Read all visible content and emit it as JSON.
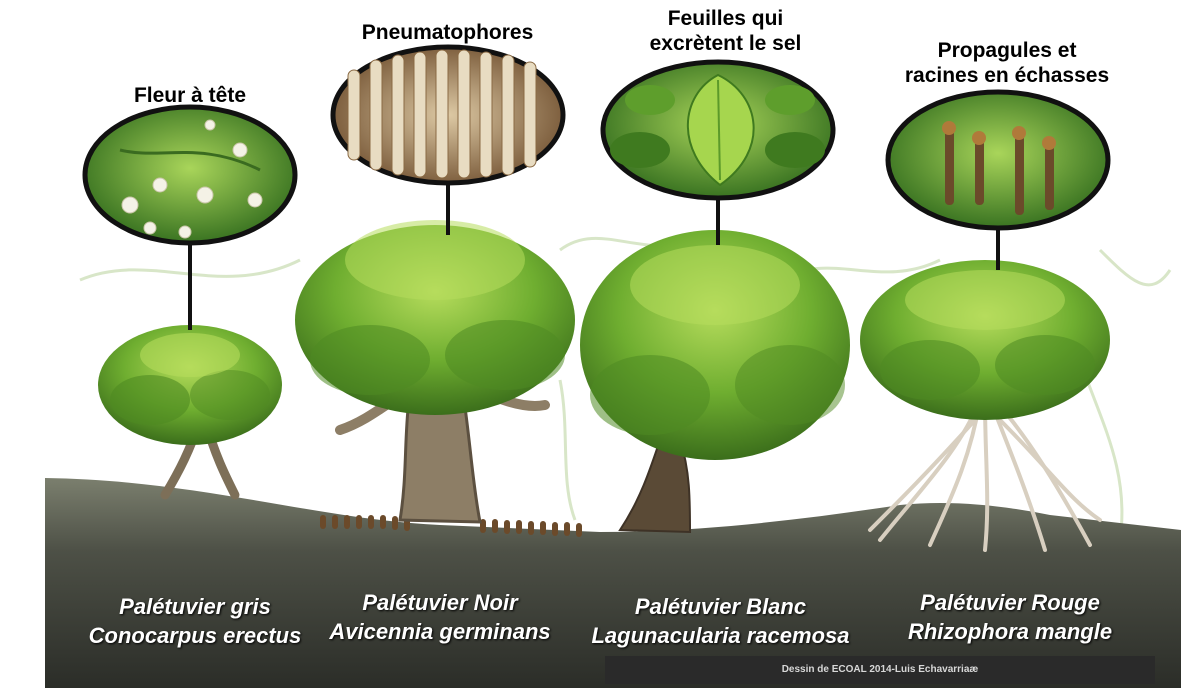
{
  "panels": [
    {
      "feature": [
        "Fleur à tête"
      ],
      "common_name": "Palétuvier gris",
      "scientific_name": "Conocarpus erectus"
    },
    {
      "feature": [
        "Pneumatophores"
      ],
      "common_name": "Palétuvier Noir",
      "scientific_name": "Avicennia germinans"
    },
    {
      "feature": [
        "Feuilles qui",
        "excrètent le sel"
      ],
      "common_name": "Palétuvier Blanc",
      "scientific_name": "Lagunacularia racemosa"
    },
    {
      "feature": [
        "Propagules et",
        "racines en échasses"
      ],
      "common_name": "Palétuvier Rouge",
      "scientific_name": "Rhizophora mangle"
    }
  ],
  "credit": "Dessin de ECOAL 2014-Luis Echavarriaæ",
  "colors": {
    "ground_dark": "#3f4239",
    "ground_light": "#6b6f60",
    "canopy_dark": "#3f7a1f",
    "canopy_mid": "#5e9e2c",
    "canopy_light": "#9ccc4a",
    "trunk": "#8a7a62",
    "water": "#4fa3a8",
    "lens_rim": "#111111",
    "credit_bg": "#2a2a2a"
  }
}
